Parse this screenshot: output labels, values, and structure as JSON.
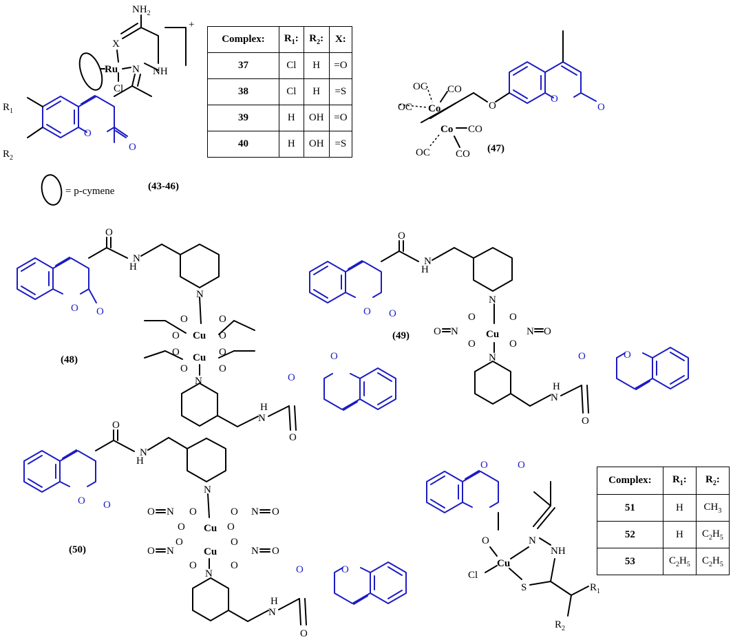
{
  "structures": {
    "s43_46": {
      "label": "(43-46)",
      "charge": "+",
      "ring_note": "= p-cymene",
      "atoms": {
        "nh2": "NH",
        "nh2_sub": "2",
        "x": "X",
        "ru": "Ru",
        "nh": "NH",
        "n": "N",
        "cl": "Cl",
        "r1": "R",
        "r1_sub": "1",
        "r2": "R",
        "r2_sub": "2",
        "o_ring": "O",
        "o_carbonyl": "O"
      }
    },
    "s47": {
      "label": "(47)",
      "atoms": {
        "co": "Co",
        "co_ligand": "CO",
        "oc_ligand": "OC",
        "o_ether": "O",
        "o_ring": "O",
        "o_carbonyl": "O"
      }
    },
    "s48": {
      "label": "(48)",
      "metal": "Cu"
    },
    "s49": {
      "label": "(49)",
      "metal": "Cu"
    },
    "s50": {
      "label": "(50)",
      "metal": "Cu"
    },
    "common": {
      "o": "O",
      "n": "N",
      "h": "H",
      "nh": "NH",
      "s": "S",
      "cl": "Cl",
      "r1": "R",
      "r2": "R",
      "s1": "1",
      "s2": "2"
    }
  },
  "table1": {
    "headers": [
      {
        "main": "Complex:",
        "sub": ""
      },
      {
        "main": "R",
        "sub": "1",
        "tail": ":"
      },
      {
        "main": "R",
        "sub": "2",
        "tail": ":"
      },
      {
        "main": "X:",
        "sub": ""
      }
    ],
    "rows": [
      [
        "37",
        "Cl",
        "H",
        "=O"
      ],
      [
        "38",
        "Cl",
        "H",
        "=S"
      ],
      [
        "39",
        "H",
        "OH",
        "=O"
      ],
      [
        "40",
        "H",
        "OH",
        "=S"
      ]
    ]
  },
  "table2": {
    "headers": [
      {
        "main": "Complex:",
        "sub": ""
      },
      {
        "main": "R",
        "sub": "1",
        "tail": ":"
      },
      {
        "main": "R",
        "sub": "2",
        "tail": ":"
      }
    ],
    "rows": [
      [
        {
          "t": "51"
        },
        {
          "t": "H"
        },
        {
          "t": "CH",
          "s": "3"
        }
      ],
      [
        {
          "t": "52"
        },
        {
          "t": "H"
        },
        {
          "t": "C",
          "s": "2",
          "t2": "H",
          "s2": "5"
        }
      ],
      [
        {
          "t": "53"
        },
        {
          "t": "C",
          "s": "2",
          "t2": "H",
          "s2": "5"
        },
        {
          "t": "C",
          "s": "2",
          "t2": "H",
          "s2": "5"
        }
      ]
    ]
  }
}
